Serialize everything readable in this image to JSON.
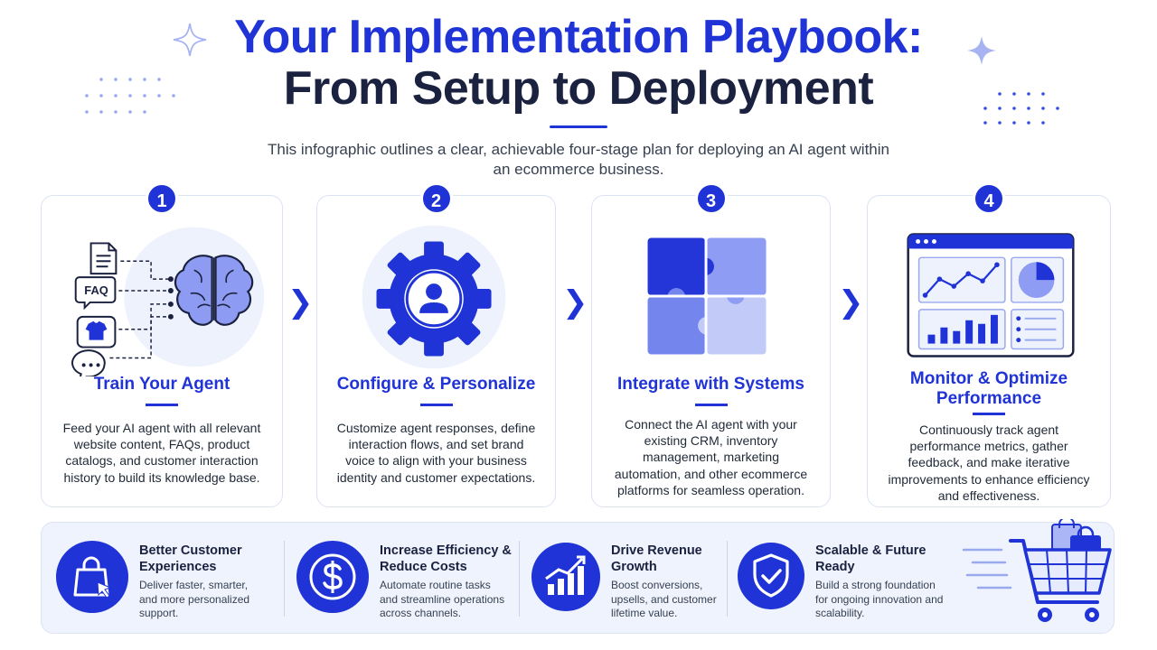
{
  "header": {
    "title_line1": "Your Implementation Playbook:",
    "title_line2": "From Setup to Deployment",
    "subtitle": "This infographic outlines a clear, achievable four-stage plan for deploying an AI agent within an ecommerce business."
  },
  "stages": [
    {
      "number": "1",
      "title": "Train Your Agent",
      "body": "Feed your AI agent with all relevant website content, FAQs, product catalogs, and customer interaction history to build its knowledge base.",
      "icon": "brain-with-sources-icon",
      "faq_label": "FAQ"
    },
    {
      "number": "2",
      "title": "Configure & Personalize",
      "body": "Customize agent responses, define interaction flows, and set brand voice to align with your business identity and customer expectations.",
      "icon": "gear-person-icon"
    },
    {
      "number": "3",
      "title": "Integrate with Systems",
      "body": "Connect the AI agent with your existing CRM, inventory management, marketing automation, and other ecommerce platforms for seamless operation.",
      "icon": "puzzle-icon"
    },
    {
      "number": "4",
      "title": "Monitor & Optimize Performance",
      "body": "Continuously track agent performance metrics, gather feedback, and make iterative improvements to enhance efficiency and effectiveness.",
      "icon": "dashboard-icon"
    }
  ],
  "arrow_glyph": "❯",
  "benefits": [
    {
      "title": "Better Customer Experiences",
      "text": "Deliver faster, smarter, and more personalized support.",
      "icon": "shopping-bag-cursor-icon"
    },
    {
      "title": "Increase Efficiency & Reduce Costs",
      "text": "Automate routine tasks and streamline operations across channels.",
      "icon": "dollar-coin-icon"
    },
    {
      "title": "Drive Revenue Growth",
      "text": "Boost conversions, upsells, and customer lifetime value.",
      "icon": "growth-chart-icon"
    },
    {
      "title": "Scalable & Future Ready",
      "text": "Build a strong foundation for ongoing innovation and scalability.",
      "icon": "shield-check-icon"
    }
  ],
  "colors": {
    "primary": "#1f33d6",
    "dark": "#1b2240",
    "soft": "#e9efff",
    "mid": "#7b8bf0",
    "light": "#b9c4f7"
  }
}
